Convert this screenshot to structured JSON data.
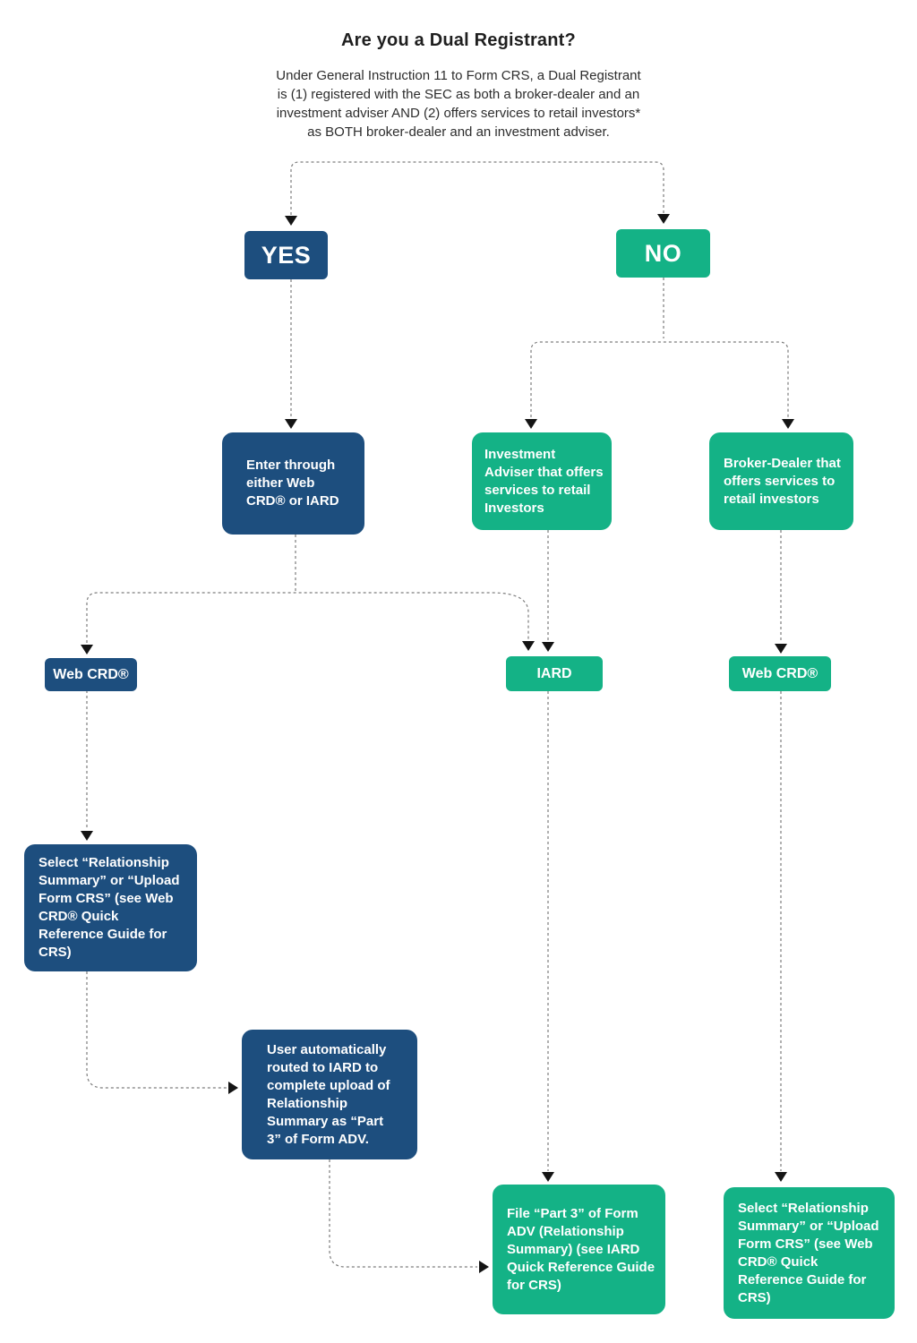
{
  "header": {
    "title": "Are you a Dual Registrant?",
    "subtitle_lines": [
      "Under General Instruction 11 to Form CRS, a Dual Registrant",
      "is (1) registered with the SEC as both a broker-dealer and an",
      "investment adviser AND (2) offers services to retail investors*",
      "as BOTH broker-dealer and an investment adviser."
    ]
  },
  "nodes": {
    "yes": {
      "label": "YES"
    },
    "no": {
      "label": "NO"
    },
    "enter": {
      "label": "Enter through either Web CRD® or IARD"
    },
    "adviser": {
      "label": "Investment Adviser that offers services to retail Investors"
    },
    "broker": {
      "label": "Broker-Dealer that offers services to retail investors"
    },
    "webcrd_left": {
      "label": "Web CRD®"
    },
    "iard": {
      "label": "IARD"
    },
    "webcrd_right": {
      "label": "Web CRD®"
    },
    "select_left": {
      "label": "Select “Relationship Summary” or “Upload Form CRS” (see Web CRD® Quick Reference Guide for CRS)"
    },
    "routed": {
      "label": "User automatically routed to IARD to complete upload of Relationship Summary as “Part 3” of Form ADV."
    },
    "file_adv": {
      "label": "File “Part 3” of Form ADV (Relationship Summary) (see IARD Quick Reference Guide for CRS)"
    },
    "select_right": {
      "label": "Select “Relationship Summary” or “Upload Form CRS” (see Web CRD® Quick Reference Guide for CRS)"
    }
  },
  "colors": {
    "navy": "#1d4e7e",
    "green": "#14b286",
    "connector": "#7d7d7d",
    "arrowhead": "#141414",
    "text_on_box": "#ffffff",
    "title_text": "#1f1f1f"
  }
}
